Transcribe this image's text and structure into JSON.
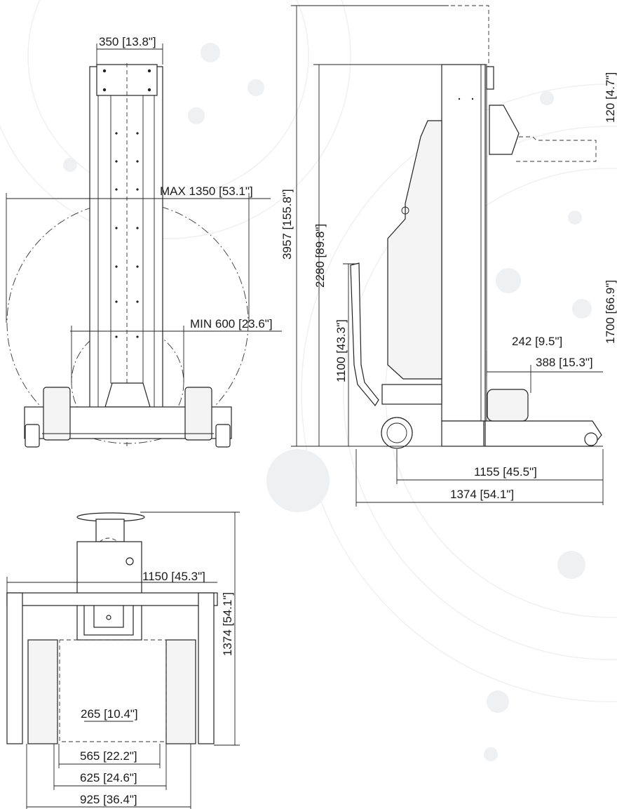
{
  "front_view": {
    "width_top": "350 [13.8\"]",
    "max_reel": "MAX  1350 [53.1\"]",
    "min_reel": "MIN 600 [23.6\"]"
  },
  "side_view": {
    "total_height": "3957 [155.8\"]",
    "mast_height": "2280 [89.8\"]",
    "handle_height": "1100 [43.3\"]",
    "top_offset": "120 [4.7\"]",
    "lift_height": "1700 [66.9\"]",
    "fork_offset_a": "242 [9.5\"]",
    "fork_offset_b": "388 [15.3\"]",
    "base_length": "1155 [45.5\"]",
    "overall_length": "1374 [54.1\"]"
  },
  "top_view": {
    "overall_width": "1150 [45.3\"]",
    "overall_length": "1374 [54.1\"]",
    "inner_gap": "265 [10.4\"]",
    "leg_inner": "565 [22.2\"]",
    "leg_outer": "625 [24.6\"]",
    "leg_total": "925 [36.4\"]"
  }
}
